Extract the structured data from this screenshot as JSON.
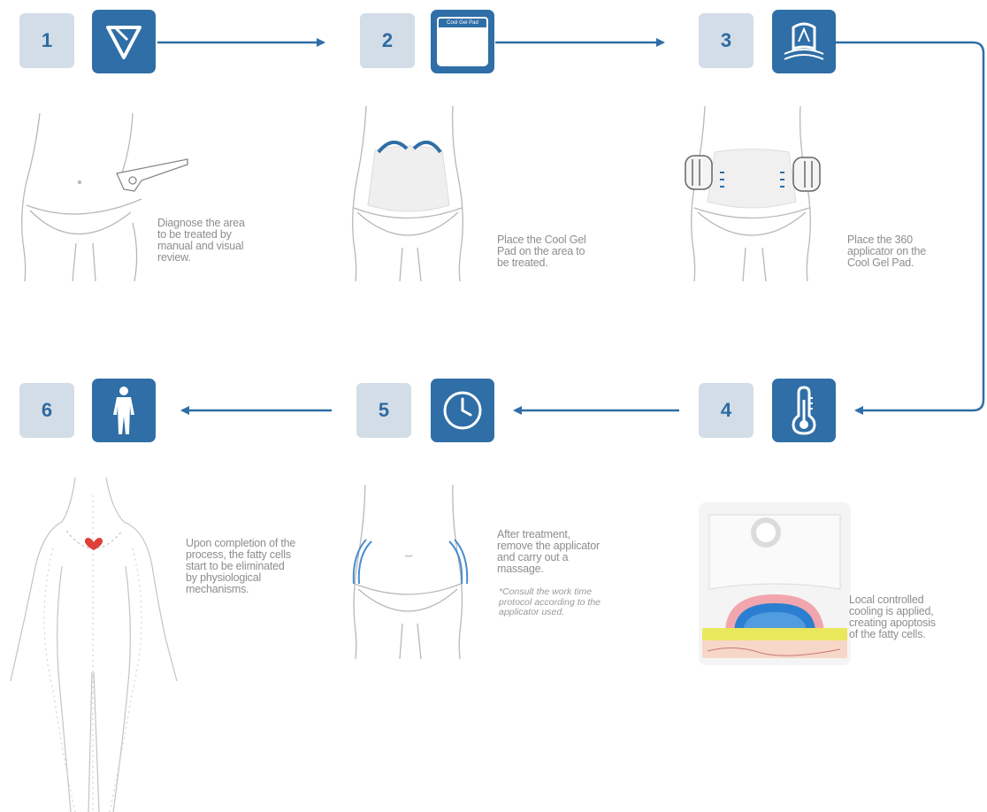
{
  "colors": {
    "accent": "#2f6ea6",
    "number_bg": "#d3dde7",
    "number_text": "#2e6aa1",
    "text": "#8e8e8e"
  },
  "steps": [
    {
      "number": "1",
      "icon": "triangle-applicator-icon",
      "text": "Diagnose the area\nto be treated by\nmanual and visual\nreview."
    },
    {
      "number": "2",
      "icon": "cool-gel-pad-icon",
      "icon_label": "Cool Gel Pad",
      "text": "Place the Cool Gel\nPad on the area to\nbe treated."
    },
    {
      "number": "3",
      "icon": "applicator-360-icon",
      "text": "Place the 360\napplicator on the\nCool Gel Pad."
    },
    {
      "number": "4",
      "icon": "thermometer-icon",
      "text": "Local controlled\ncooling is applied,\ncreating apoptosis\nof the fatty cells."
    },
    {
      "number": "5",
      "icon": "clock-icon",
      "text": "After treatment,\nremove the applicator\nand carry out a\nmassage.",
      "note": "*Consult the work time\nprotocol according to the\napplicator used."
    },
    {
      "number": "6",
      "icon": "human-body-icon",
      "text": "Upon completion of the\nprocess, the fatty cells\nstart to be eliminated\nby physiological\nmechanisms."
    }
  ]
}
